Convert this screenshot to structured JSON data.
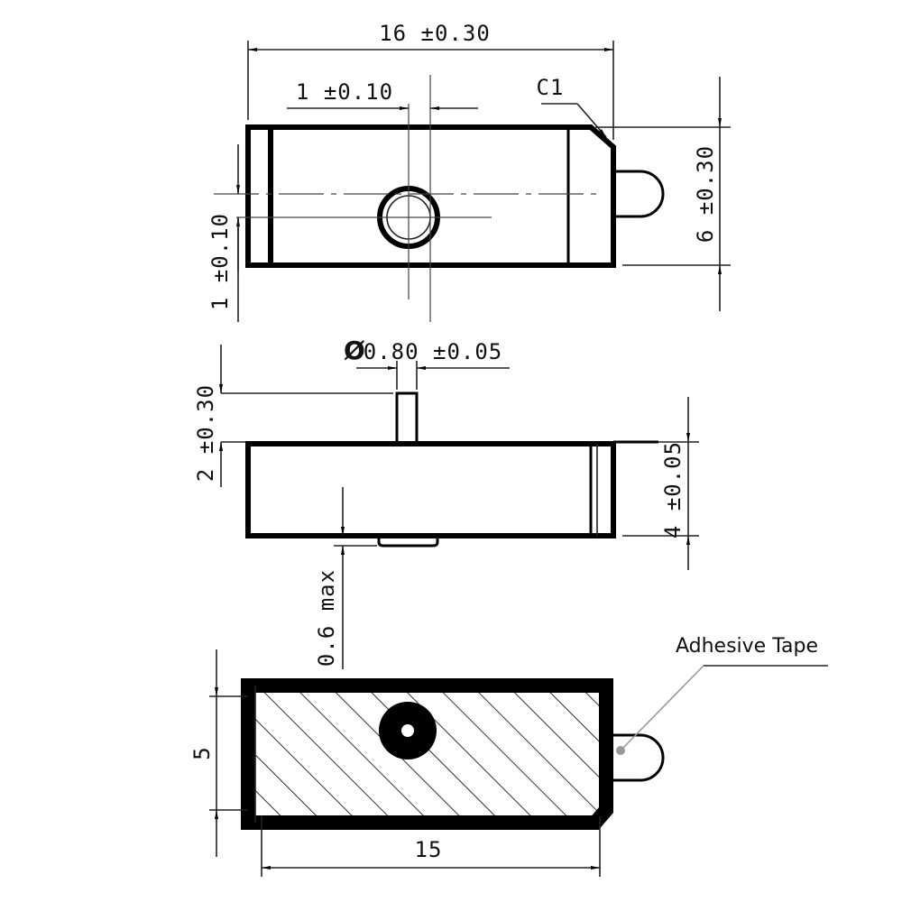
{
  "labels": {
    "top_width": "16 ±0.30",
    "top_offset": "1 ±0.10",
    "chamfer": "C1",
    "top_height": "6 ±0.30",
    "top_left_offset": "1 ±0.10",
    "pin_diameter": "0.80 ±0.05",
    "pin_height": "2 ±0.30",
    "body_thickness": "4 ±0.05",
    "tape_thickness": "0.6 max",
    "bottom_height": "5",
    "bottom_width": "15",
    "adhesive_tape": "Adhesive Tape"
  }
}
